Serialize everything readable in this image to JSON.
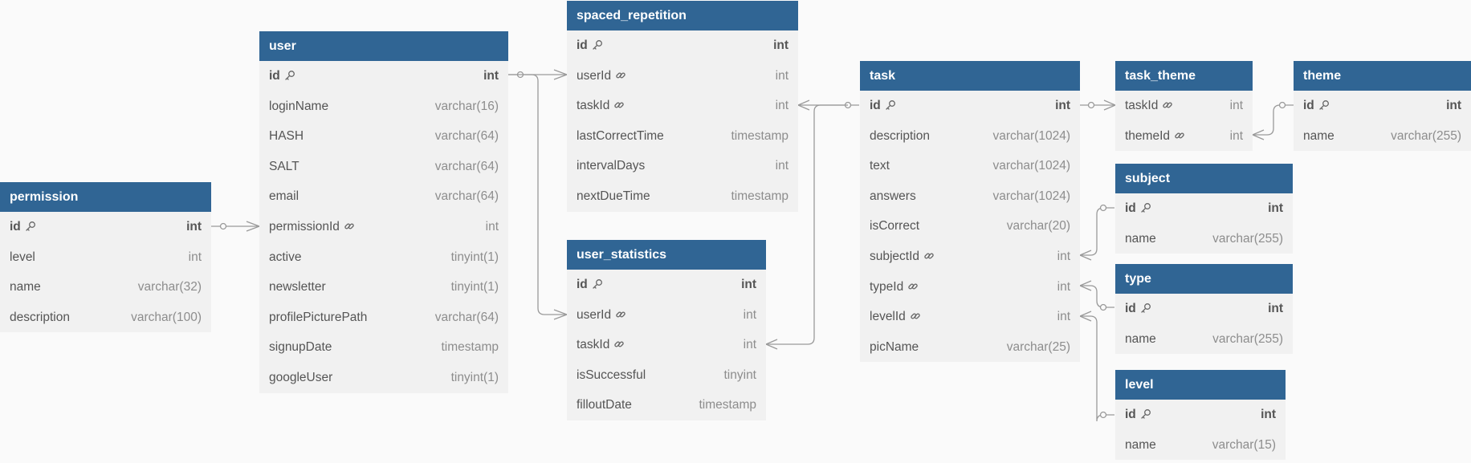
{
  "tables": [
    {
      "key": "permission",
      "name": "permission",
      "columns": [
        {
          "name": "id",
          "type": "int",
          "pk": true
        },
        {
          "name": "level",
          "type": "int"
        },
        {
          "name": "name",
          "type": "varchar(32)"
        },
        {
          "name": "description",
          "type": "varchar(100)"
        }
      ]
    },
    {
      "key": "user",
      "name": "user",
      "columns": [
        {
          "name": "id",
          "type": "int",
          "pk": true
        },
        {
          "name": "loginName",
          "type": "varchar(16)"
        },
        {
          "name": "HASH",
          "type": "varchar(64)"
        },
        {
          "name": "SALT",
          "type": "varchar(64)"
        },
        {
          "name": "email",
          "type": "varchar(64)"
        },
        {
          "name": "permissionId",
          "type": "int",
          "fk": true
        },
        {
          "name": "active",
          "type": "tinyint(1)"
        },
        {
          "name": "newsletter",
          "type": "tinyint(1)"
        },
        {
          "name": "profilePicturePath",
          "type": "varchar(64)"
        },
        {
          "name": "signupDate",
          "type": "timestamp"
        },
        {
          "name": "googleUser",
          "type": "tinyint(1)"
        }
      ]
    },
    {
      "key": "spaced_repetition",
      "name": "spaced_repetition",
      "columns": [
        {
          "name": "id",
          "type": "int",
          "pk": true
        },
        {
          "name": "userId",
          "type": "int",
          "fk": true
        },
        {
          "name": "taskId",
          "type": "int",
          "fk": true
        },
        {
          "name": "lastCorrectTime",
          "type": "timestamp"
        },
        {
          "name": "intervalDays",
          "type": "int"
        },
        {
          "name": "nextDueTime",
          "type": "timestamp"
        }
      ]
    },
    {
      "key": "user_statistics",
      "name": "user_statistics",
      "columns": [
        {
          "name": "id",
          "type": "int",
          "pk": true
        },
        {
          "name": "userId",
          "type": "int",
          "fk": true
        },
        {
          "name": "taskId",
          "type": "int",
          "fk": true
        },
        {
          "name": "isSuccessful",
          "type": "tinyint"
        },
        {
          "name": "filloutDate",
          "type": "timestamp"
        }
      ]
    },
    {
      "key": "task",
      "name": "task",
      "columns": [
        {
          "name": "id",
          "type": "int",
          "pk": true
        },
        {
          "name": "description",
          "type": "varchar(1024)"
        },
        {
          "name": "text",
          "type": "varchar(1024)"
        },
        {
          "name": "answers",
          "type": "varchar(1024)"
        },
        {
          "name": "isCorrect",
          "type": "varchar(20)"
        },
        {
          "name": "subjectId",
          "type": "int",
          "fk": true
        },
        {
          "name": "typeId",
          "type": "int",
          "fk": true
        },
        {
          "name": "levelId",
          "type": "int",
          "fk": true
        },
        {
          "name": "picName",
          "type": "varchar(25)"
        }
      ]
    },
    {
      "key": "task_theme",
      "name": "task_theme",
      "columns": [
        {
          "name": "taskId",
          "type": "int",
          "fk": true
        },
        {
          "name": "themeId",
          "type": "int",
          "fk": true
        }
      ]
    },
    {
      "key": "theme",
      "name": "theme",
      "columns": [
        {
          "name": "id",
          "type": "int",
          "pk": true
        },
        {
          "name": "name",
          "type": "varchar(255)"
        }
      ]
    },
    {
      "key": "subject",
      "name": "subject",
      "columns": [
        {
          "name": "id",
          "type": "int",
          "pk": true
        },
        {
          "name": "name",
          "type": "varchar(255)"
        }
      ]
    },
    {
      "key": "type",
      "name": "type",
      "columns": [
        {
          "name": "id",
          "type": "int",
          "pk": true
        },
        {
          "name": "name",
          "type": "varchar(255)"
        }
      ]
    },
    {
      "key": "level",
      "name": "level",
      "columns": [
        {
          "name": "id",
          "type": "int",
          "pk": true
        },
        {
          "name": "name",
          "type": "varchar(15)"
        }
      ]
    }
  ],
  "relationships": [
    {
      "from": "user.permissionId",
      "to": "permission.id",
      "type": "many-to-one"
    },
    {
      "from": "spaced_repetition.userId",
      "to": "user.id",
      "type": "many-to-one"
    },
    {
      "from": "user_statistics.userId",
      "to": "user.id",
      "type": "many-to-one"
    },
    {
      "from": "spaced_repetition.taskId",
      "to": "task.id",
      "type": "many-to-one"
    },
    {
      "from": "user_statistics.taskId",
      "to": "task.id",
      "type": "many-to-one"
    },
    {
      "from": "task_theme.taskId",
      "to": "task.id",
      "type": "many-to-one"
    },
    {
      "from": "task_theme.themeId",
      "to": "theme.id",
      "type": "many-to-one"
    },
    {
      "from": "task.subjectId",
      "to": "subject.id",
      "type": "many-to-one"
    },
    {
      "from": "task.typeId",
      "to": "type.id",
      "type": "many-to-one"
    },
    {
      "from": "task.levelId",
      "to": "level.id",
      "type": "many-to-one"
    }
  ],
  "icons": {
    "primary_key": "key-icon",
    "foreign_key": "link-icon"
  },
  "colors": {
    "header": "#306594",
    "header_text": "#ffffff",
    "body": "#f1f1f1",
    "background": "#fafafa",
    "connector": "#9a9a9a"
  }
}
